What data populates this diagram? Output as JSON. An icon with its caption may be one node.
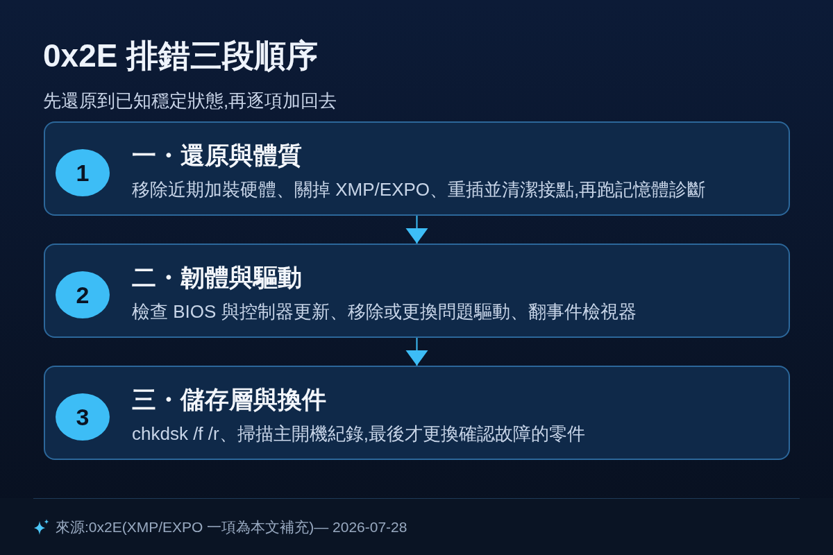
{
  "diagram": {
    "title": "0x2E 排錯三段順序",
    "nodes": [
      {
        "text": [
          "一・還原與體質",
          "移除近期加裝硬體、關掉 XMP/EXPO、重插並清潔接點,再跑記憶體診斷"
        ]
      },
      {
        "text": [
          "1"
        ],
        "in": 0
      },
      {
        "text": [
          "二・韌體與驅動",
          "檢查 BIOS 與控制器更新、移除或更換問題驅動、翻事件檢視器"
        ]
      },
      {
        "text": [
          "2"
        ],
        "in": 2
      },
      {
        "text": [
          "三・儲存層與換件",
          "chkdsk /f /r、掃描主開機紀錄,最後才更換確認故障的零件"
        ]
      },
      {
        "text": [
          "3"
        ],
        "in": 4
      }
    ],
    "edges": [
      {
        "from": 0,
        "to": 2,
        "arrow": "to"
      },
      {
        "from": 2,
        "to": 4,
        "arrow": "to"
      }
    ],
    "labels": [
      "先還原到已知穩定狀態,再逐項加回去",
      "來源:0x2E(XMP/EXPO 一項為本文補充)— 2026-07-28"
    ]
  }
}
